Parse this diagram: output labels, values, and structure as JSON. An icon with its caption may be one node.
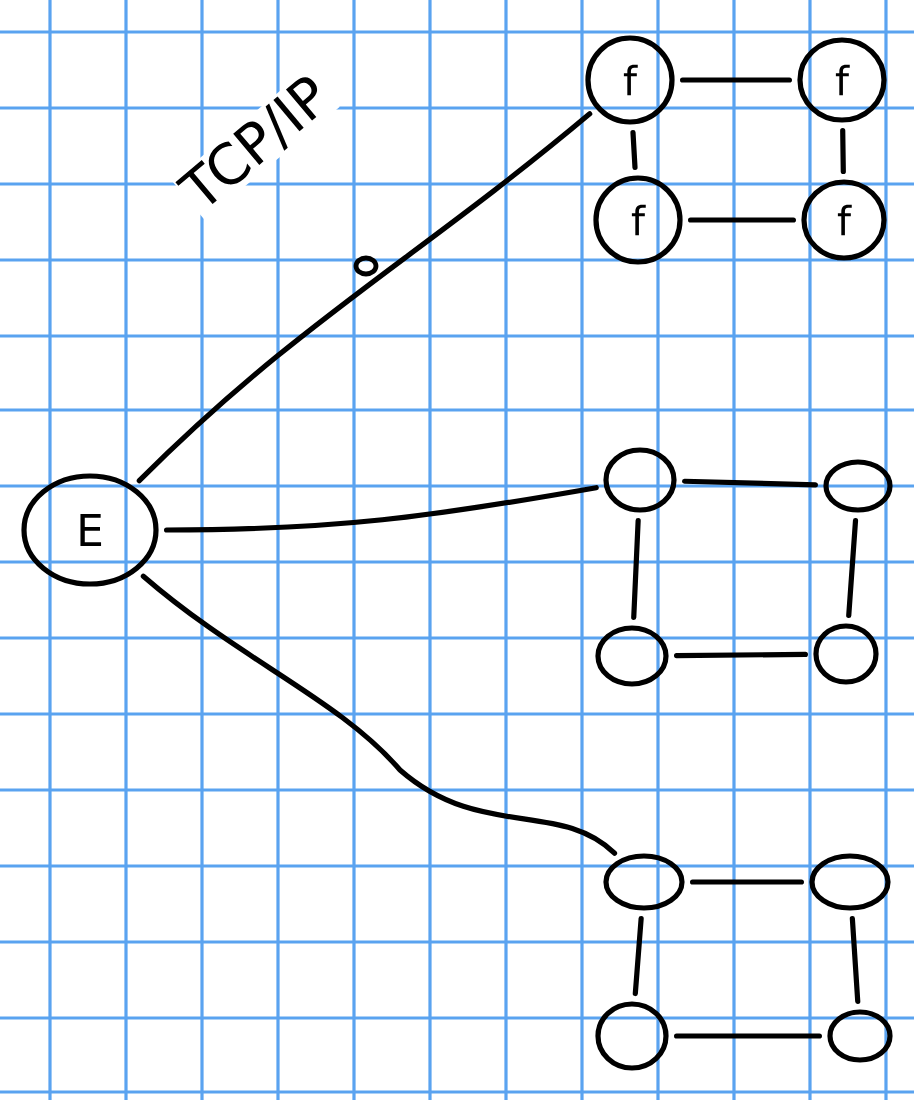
{
  "diagram": {
    "nodes": [
      {
        "text": [
          "E"
        ]
      },
      {
        "text": [
          "f"
        ]
      },
      {
        "text": [
          "f"
        ]
      },
      {
        "text": [
          "f"
        ]
      },
      {
        "text": [
          "f"
        ]
      },
      {
        "text": [],
        "shape": "circle"
      },
      {
        "text": [],
        "shape": "circle"
      },
      {
        "text": [],
        "shape": "circle"
      },
      {
        "text": [],
        "shape": "circle"
      },
      {
        "text": [],
        "shape": "circle"
      },
      {
        "text": [],
        "shape": "circle"
      },
      {
        "text": [],
        "shape": "circle"
      },
      {
        "text": [],
        "shape": "circle"
      }
    ],
    "edges": [
      {
        "from": 0,
        "to": 1,
        "arrow": "none",
        "label": "TCP/IP"
      },
      {
        "from": 0,
        "to": 5,
        "arrow": "none"
      },
      {
        "from": 0,
        "to": 9,
        "arrow": "none"
      },
      {
        "from": 1,
        "to": 2,
        "arrow": "none"
      },
      {
        "from": 1,
        "to": 3,
        "arrow": "none"
      },
      {
        "from": 2,
        "to": 4,
        "arrow": "none"
      },
      {
        "from": 3,
        "to": 4,
        "arrow": "none"
      },
      {
        "from": 5,
        "to": 6,
        "arrow": "none"
      },
      {
        "from": 5,
        "to": 7,
        "arrow": "none"
      },
      {
        "from": 6,
        "to": 8,
        "arrow": "none"
      },
      {
        "from": 7,
        "to": 8,
        "arrow": "none"
      },
      {
        "from": 9,
        "to": 10,
        "arrow": "none"
      },
      {
        "from": 9,
        "to": 11,
        "arrow": "none"
      },
      {
        "from": 10,
        "to": 12,
        "arrow": "none"
      },
      {
        "from": 11,
        "to": 12,
        "arrow": "none"
      }
    ]
  }
}
